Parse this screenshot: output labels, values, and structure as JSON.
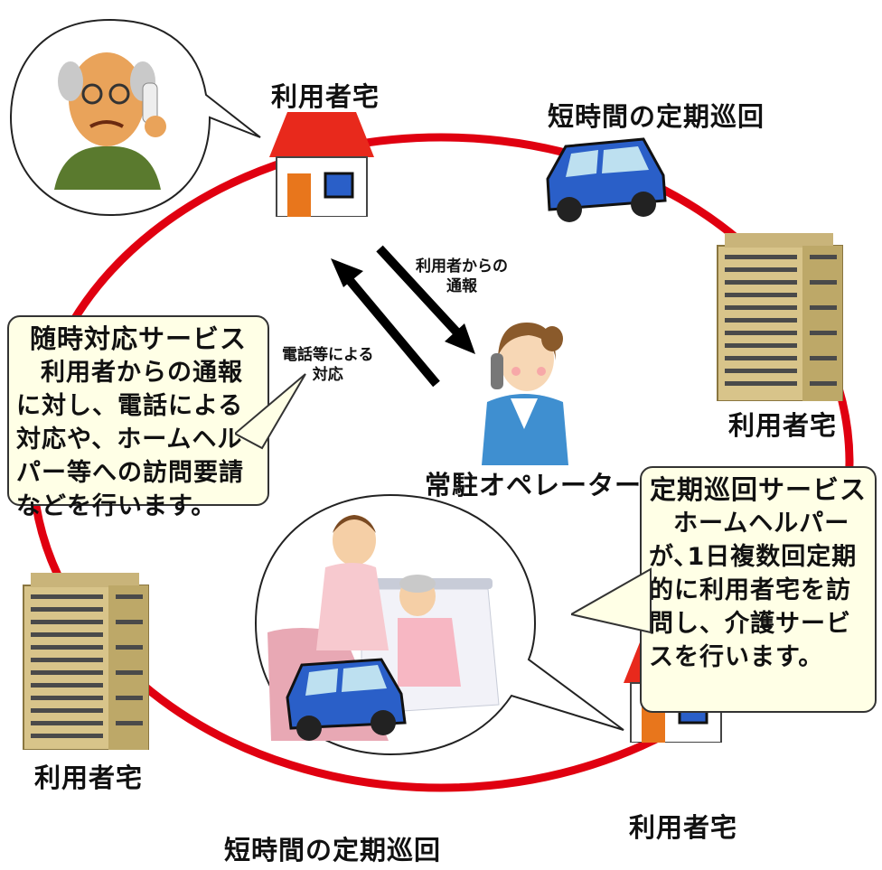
{
  "labels": {
    "house_top": "利用者宅",
    "car_top": "短時間の定期巡回",
    "building_right": "利用者宅",
    "building_left": "利用者宅",
    "car_bottom": "短時間の定期巡回",
    "house_bottom": "利用者宅",
    "operator": "常駐オペレーター",
    "arrow_down": "利用者からの\n通報",
    "arrow_up": "電話等による\n対応"
  },
  "boxes": {
    "left": {
      "title": "随時対応サービス",
      "body": "利用者からの通報に対し、電話による対応や、ホームヘルパー等への訪問要請などを行います。"
    },
    "right": {
      "title": "定期巡回サービス",
      "body": "ホームヘルパーが､1日複数回定期的に利用者宅を訪問し、介護サービスを行います。"
    }
  },
  "icons": [
    "elderly-man-phone-icon",
    "house-icon",
    "car-icon",
    "apartment-building-icon",
    "operator-icon",
    "caregiver-icon"
  ],
  "colors": {
    "ring": "#e00010",
    "roof": "#e8291c",
    "car": "#2a5fc8",
    "box_bg": "#ffffe6",
    "building": "#d8c48a"
  }
}
